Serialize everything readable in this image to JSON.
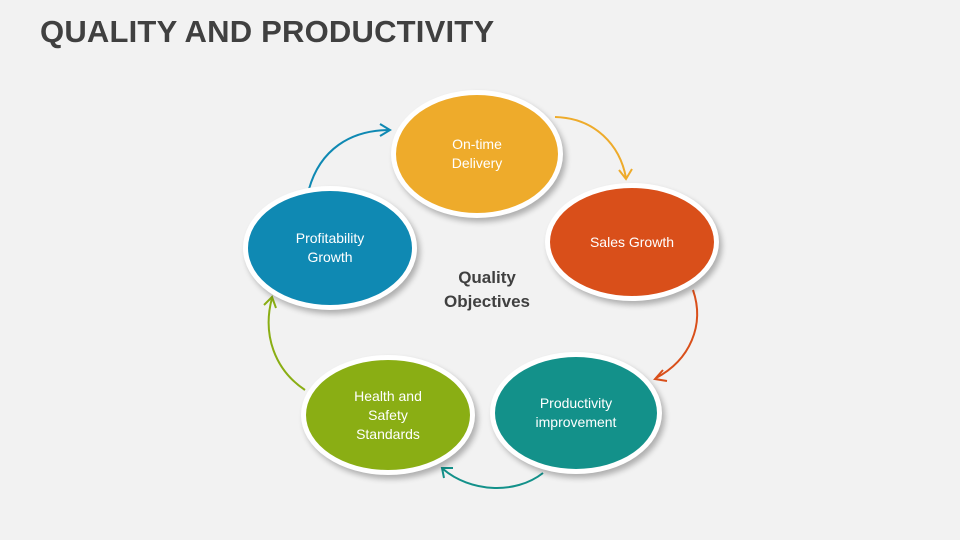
{
  "title": "QUALITY AND PRODUCTIVITY",
  "center": {
    "label": "Quality\nObjectives"
  },
  "nodes": [
    {
      "id": "on-time-delivery",
      "label": "On-time\nDelivery",
      "color": "#eeab2b"
    },
    {
      "id": "sales-growth",
      "label": "Sales Growth",
      "color": "#d94f1a"
    },
    {
      "id": "productivity-improvement",
      "label": "Productivity\nimprovement",
      "color": "#13918a"
    },
    {
      "id": "health-safety-standards",
      "label": "Health and\nSafety\nStandards",
      "color": "#8aae14"
    },
    {
      "id": "profitability-growth",
      "label": "Profitability\nGrowth",
      "color": "#0f89b3"
    }
  ],
  "arrows": [
    {
      "from": "on-time-delivery",
      "to": "sales-growth",
      "color": "#eeab2b"
    },
    {
      "from": "sales-growth",
      "to": "productivity-improvement",
      "color": "#d94f1a"
    },
    {
      "from": "productivity-improvement",
      "to": "health-safety-standards",
      "color": "#13918a"
    },
    {
      "from": "health-safety-standards",
      "to": "profitability-growth",
      "color": "#8aae14"
    },
    {
      "from": "profitability-growth",
      "to": "on-time-delivery",
      "color": "#0f89b3"
    }
  ]
}
